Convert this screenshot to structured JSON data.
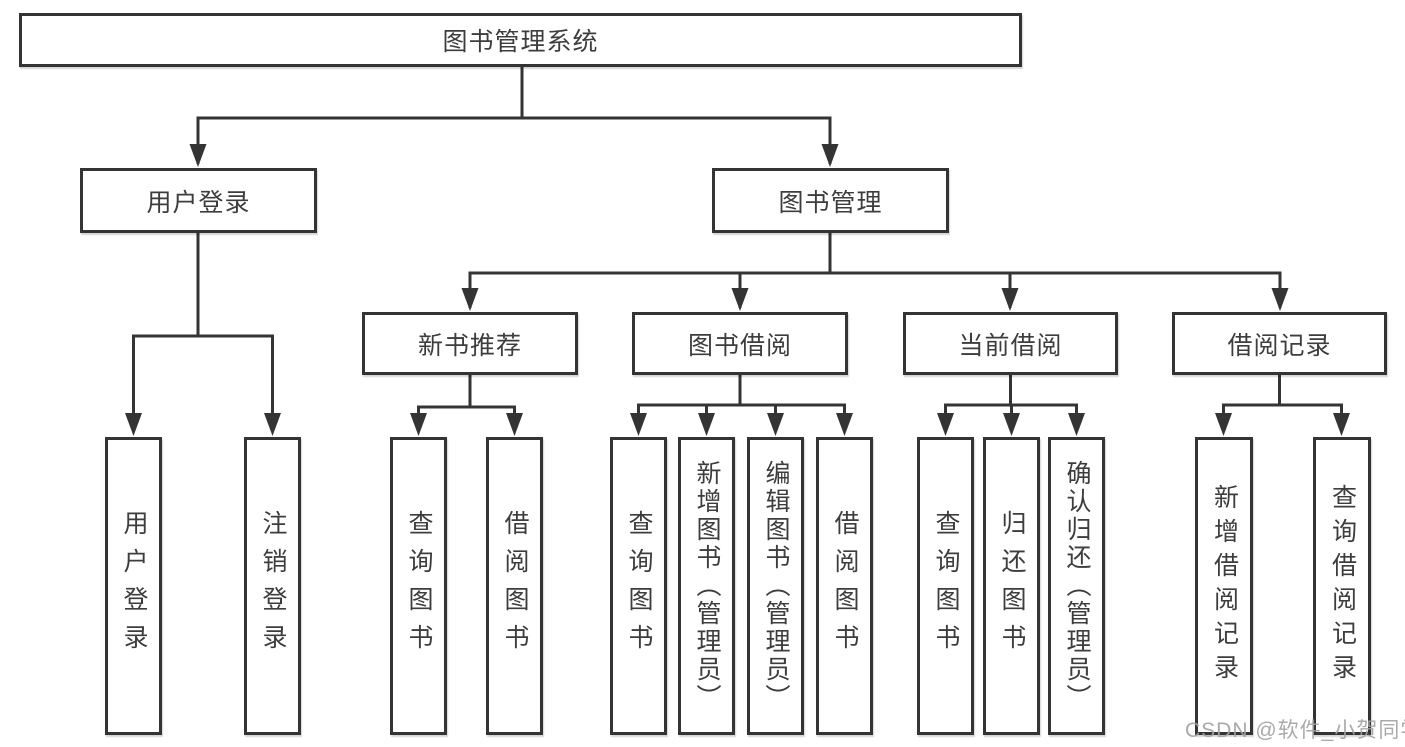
{
  "diagram": {
    "root": {
      "label": "图书管理系统"
    },
    "level2": [
      {
        "label": "用户登录"
      },
      {
        "label": "图书管理"
      }
    ],
    "level3": [
      {
        "label": "新书推荐"
      },
      {
        "label": "图书借阅"
      },
      {
        "label": "当前借阅"
      },
      {
        "label": "借阅记录"
      }
    ],
    "leaves": [
      {
        "label": "用户登录"
      },
      {
        "label": "注销登录"
      },
      {
        "label": "查询图书"
      },
      {
        "label": "借阅图书"
      },
      {
        "label": "查询图书"
      },
      {
        "label": "新增图书（管理员）"
      },
      {
        "label": "编辑图书（管理员）"
      },
      {
        "label": "借阅图书"
      },
      {
        "label": "查询图书"
      },
      {
        "label": "归还图书"
      },
      {
        "label": "确认归还（管理员）"
      },
      {
        "label": "新增借阅记录"
      },
      {
        "label": "查询借阅记录"
      }
    ],
    "colors": {
      "line": "#343434",
      "text": "#3d3d3d",
      "background": "#ffffff",
      "watermark": "#a3a3a3"
    }
  },
  "watermark": {
    "text": "CSDN @软件_小贺同学"
  }
}
